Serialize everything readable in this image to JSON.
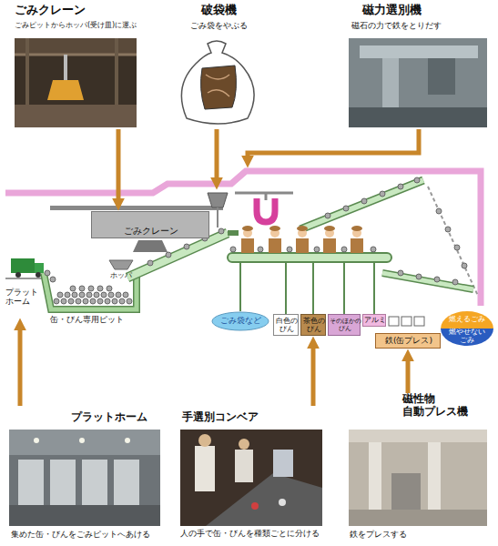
{
  "diagram": {
    "nodes": [
      {
        "text": [
          "ごみクレーン",
          "ごみピットからホッパ(受け皿)に運ぶ"
        ]
      },
      {
        "text": [
          "破袋機",
          "ごみ袋をやぶる"
        ]
      },
      {
        "text": [
          "磁力選別機",
          "磁石の力で鉄をとりだす"
        ]
      },
      {
        "text": [
          "ごみクレーン"
        ]
      },
      {
        "text": [
          "ごみ袋など"
        ]
      },
      {
        "text": [
          "白色の びん"
        ]
      },
      {
        "text": [
          "茶色の びん"
        ]
      },
      {
        "text": [
          "そのほかの びん"
        ]
      },
      {
        "text": [
          "アルミ"
        ]
      },
      {
        "text": [
          "鉄(缶プレス)"
        ]
      },
      {
        "text": [
          "燃えるごみ",
          "燃やせない ごみ"
        ]
      },
      {
        "text": [
          "プラットホーム",
          "集めた缶・びんをごみピットへあける"
        ]
      },
      {
        "text": [
          "手選別コンベア",
          "人の手で缶・びんを種類ごとに分ける"
        ]
      },
      {
        "text": [
          "磁性物 自動プレス機",
          "鉄をプレスする"
        ]
      }
    ],
    "edges": [
      {
        "from": 0,
        "to": 3,
        "arrow": "to"
      },
      {
        "from": 12,
        "to": 6,
        "arrow": "to"
      },
      {
        "from": 13,
        "to": 9,
        "arrow": "to"
      }
    ],
    "labels": [
      "プラット ホーム",
      "ホッパ",
      "缶・びん専用ピット"
    ]
  }
}
